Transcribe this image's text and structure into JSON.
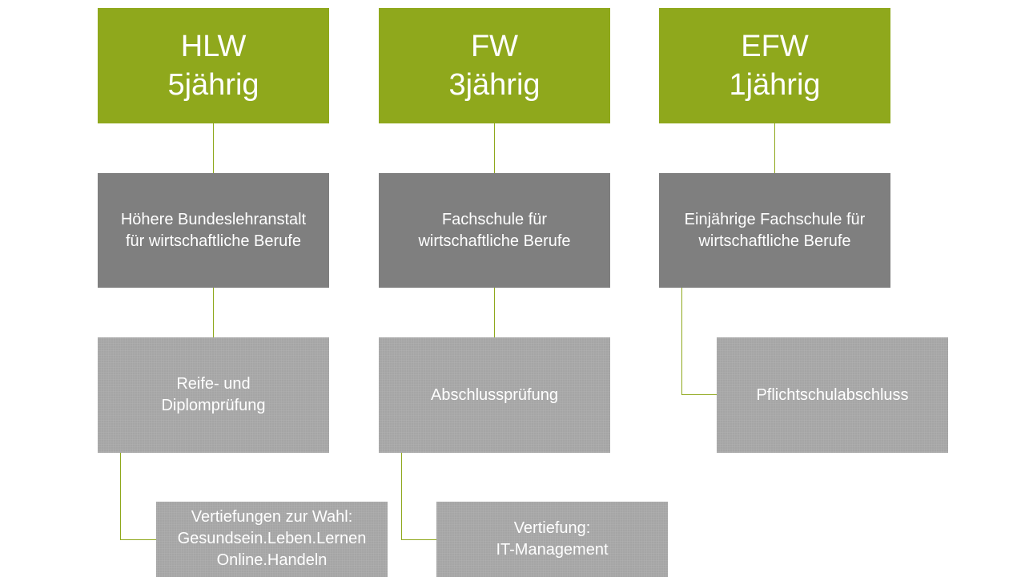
{
  "columns": [
    {
      "header": {
        "line1": "HLW",
        "line2": "5jährig"
      },
      "school": {
        "line1": "Höhere Bundeslehranstalt",
        "line2": "für wirtschaftliche Berufe"
      },
      "exam": {
        "line1": "Reife- und",
        "line2": "Diplomprüfung"
      },
      "focus": {
        "line1": "Vertiefungen zur Wahl:",
        "line2": "Gesundsein.Leben.Lernen",
        "line3": "Online.Handeln"
      }
    },
    {
      "header": {
        "line1": "FW",
        "line2": "3jährig"
      },
      "school": {
        "line1": "Fachschule für",
        "line2": "wirtschaftliche Berufe"
      },
      "exam": {
        "line1": "Abschlussprüfung"
      },
      "focus": {
        "line1": "Vertiefung:",
        "line2": "IT-Management"
      }
    },
    {
      "header": {
        "line1": "EFW",
        "line2": "1jährig"
      },
      "school": {
        "line1": "Einjährige Fachschule für",
        "line2": "wirtschaftliche Berufe"
      },
      "requirement": {
        "line1": "Pflichtschulabschluss"
      }
    }
  ],
  "colors": {
    "header": "#8fa81c",
    "school": "#7f7f7f",
    "exam": "#a5a5a5",
    "connector": "#8fa81c",
    "text": "#ffffff"
  }
}
